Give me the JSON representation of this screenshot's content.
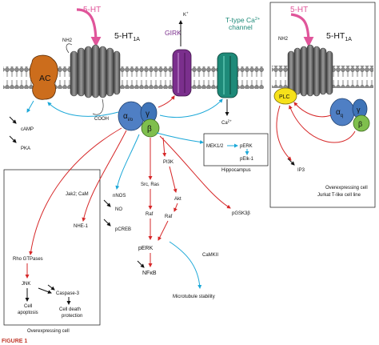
{
  "colors": {
    "serotonin": "#e0559a",
    "inhibit": "#d62728",
    "activate": "#1ca8d8",
    "ac": "#cc6d1c",
    "girk": "#7b2f8d",
    "ca_channel": "#1e8a79",
    "plc": "#f6e11a",
    "g_alpha": "#4f7fc4",
    "g_beta": "#7fbf4d",
    "g_gamma": "#3f74b8",
    "receptor": "#6b6b6b"
  },
  "main_panel": {
    "ht_label": "5-HT",
    "receptor_label": "5-HT",
    "receptor_sub": "1A",
    "nh2": "NH2",
    "cooh": "COOH",
    "ac": "AC",
    "girk": "GIRK",
    "k_plus": "K",
    "k_sup": "+",
    "channel_label_1": "T-type Ca",
    "channel_label_sup": "2+",
    "channel_label_2": "channel",
    "ca": "Ca",
    "ca_sup": "2+",
    "alpha": "α",
    "alpha_sub": "i/o",
    "gamma": "γ",
    "beta": "β"
  },
  "pathway": {
    "camp": "cAMP",
    "pka": "PKA",
    "mek": "MEK1/2",
    "perk_hippo": "pERK",
    "pelk": "pElk-1",
    "hippocampus": "Hippocampus",
    "jak2": "Jak2; CaM",
    "nhe1": "NHE-1",
    "nnos": "nNOS",
    "no": "NO",
    "pcreb": "pCREB",
    "src_ras": "Src, Ras",
    "raf_left": "Raf",
    "pi3k": "PI3K",
    "akt": "Akt",
    "raf_right": "Raf",
    "pgsk3b": "pGSK3β",
    "perk": "pERK",
    "camkii": "CaMKII",
    "nfkb": "NFκB",
    "microtubule": "Microtubule stability",
    "rho": "Rho GTPases",
    "jnk": "JNK",
    "caspase": "Caspase-3",
    "apoptosis_1": "Cell",
    "apoptosis_2": "apoptosis",
    "protection_1": "Cell death",
    "protection_2": "protection",
    "overexpressing_cell": "Overexpressing cell"
  },
  "right_panel": {
    "ht_label": "5-HT",
    "nh2": "NH2",
    "receptor_label": "5-HT",
    "receptor_sub": "1A",
    "plc": "PLC",
    "alpha": "α",
    "alpha_sub": "q",
    "gamma": "γ",
    "beta": "β",
    "ip3": "IP3",
    "caption_1": "Overexpressing cell",
    "caption_2": "Jurkat T-like cell line"
  },
  "footer": {
    "figure_label": "FIGURE 1"
  }
}
